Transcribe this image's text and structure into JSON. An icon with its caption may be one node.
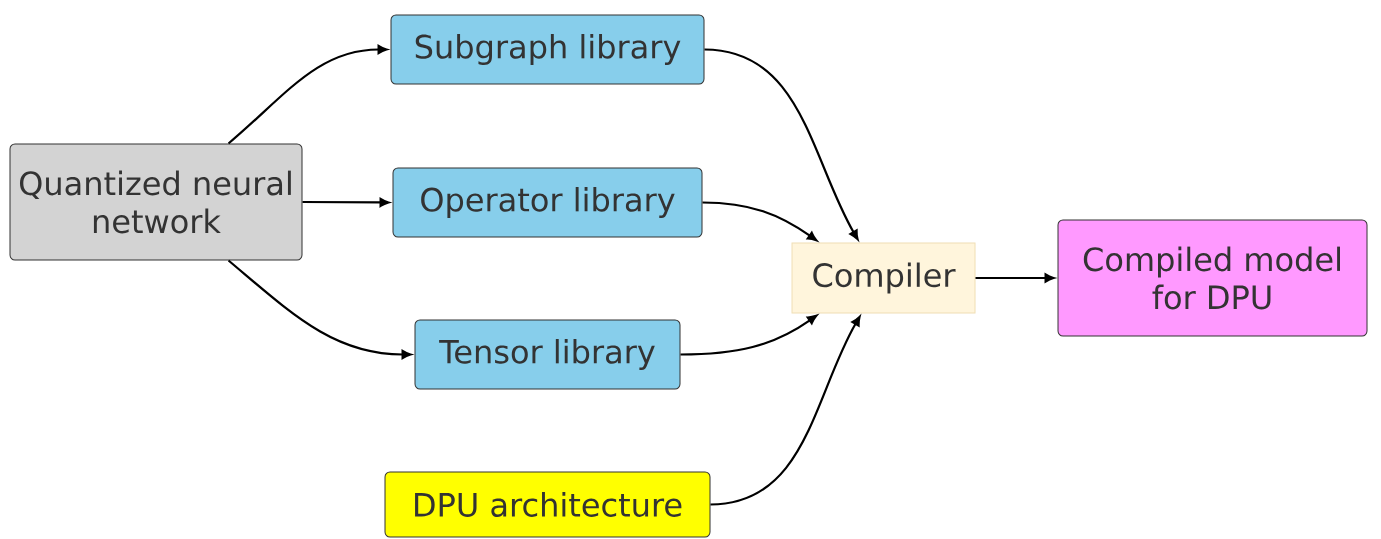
{
  "diagram": {
    "nodes": [
      {
        "text": [
          "Quantized neural network"
        ]
      },
      {
        "text": [
          "Subgraph library"
        ]
      },
      {
        "text": [
          "Operator library"
        ]
      },
      {
        "text": [
          "Tensor library"
        ]
      },
      {
        "text": [
          "DPU architecture"
        ]
      },
      {
        "text": [
          "Compiler"
        ]
      },
      {
        "text": [
          "Compiled model for DPU"
        ]
      }
    ],
    "edges": [
      {
        "from": 0,
        "to": 1,
        "arrow": "to"
      },
      {
        "from": 0,
        "to": 2,
        "arrow": "to"
      },
      {
        "from": 0,
        "to": 3,
        "arrow": "to"
      },
      {
        "from": 1,
        "to": 5,
        "arrow": "to"
      },
      {
        "from": 2,
        "to": 5,
        "arrow": "to"
      },
      {
        "from": 3,
        "to": 5,
        "arrow": "to"
      },
      {
        "from": 4,
        "to": 5,
        "arrow": "to"
      },
      {
        "from": 5,
        "to": 6,
        "arrow": "to"
      }
    ]
  }
}
